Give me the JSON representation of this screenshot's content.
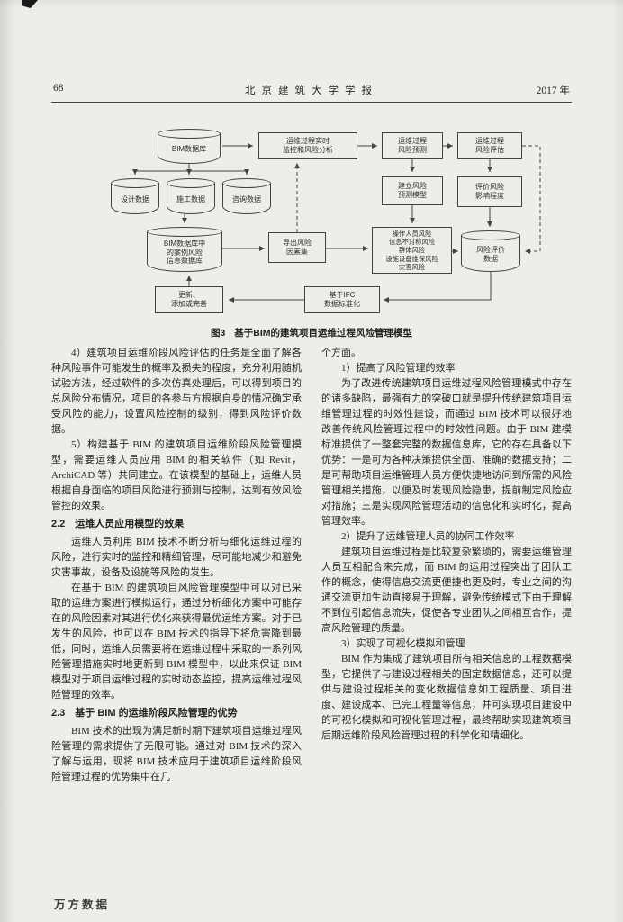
{
  "colors": {
    "page_bg": "#edeeea",
    "ink": "#262624",
    "line": "#45453f"
  },
  "header": {
    "page_number": "68",
    "journal_title": "北京建筑大学学报",
    "year": "2017 年"
  },
  "figure": {
    "caption_label": "图3",
    "caption_text": "基于BIM的建筑项目运维过程风险管理模型",
    "nodes": {
      "bim_db": "BIM数据库",
      "monitor": "运维过程实时\n监控和风险分析",
      "predict": "运维过程\n风险预测",
      "assess": "运维过程\n风险评估",
      "design_db": "设计数据",
      "construction_db": "施工数据",
      "consulting_db": "咨询数据",
      "build_model": "建立风险\n预测模型",
      "impact": "评价风险\n影响程度",
      "case_db": "BIM数据库中\n的案例风险\n信息数据库",
      "export": "导出风险\n因素集",
      "risk_types": "操作人员风险\n信息不对称风险\n群体风险\n设施设备维保风险\n灾害风险",
      "risk_eval_db": "风险评价\n数据",
      "update": "更新、\n添加或完善",
      "ifc": "基于IFC\n数据标准化"
    }
  },
  "article": {
    "left": [
      "4）建筑项目运维阶段风险评估的任务是全面了解各种风险事件可能发生的概率及损失的程度，充分利用随机试验方法，经过软件的多次仿真处理后，可以得到项目的总风险分布情况，项目的各参与方根据自身的情况确定承受风险的能力，设置风险控制的级别，得到风险评价数据。",
      "5）构建基于 BIM 的建筑项目运维阶段风险管理模型，需要运维人员应用 BIM 的相关软件（如 Revit，ArchiCAD 等）共同建立。在该模型的基础上，运维人员根据自身面临的项目风险进行预测与控制，达到有效风险管控的效果。",
      "2.2　运维人员应用模型的效果",
      "运维人员利用 BIM 技术不断分析与细化运维过程的风险，进行实时的监控和精细管理，尽可能地减少和避免灾害事故，设备及设施等风险的发生。",
      "在基于 BIM 的建筑项目风险管理模型中可以对已采取的运维方案进行模拟运行，通过分析细化方案中可能存在的风险因素对其进行优化来获得最优运维方案。对于已发生的风险，也可以在 BIM 技术的指导下将危害降到最低，同时，运维人员需要将在运维过程中采取的一系列风险管理措施实时地更新到 BIM 模型中，以此来保证 BIM 模型对于项目运维过程的实时动态监控，提高运维过程风险管理的效率。",
      "2.3　基于 BIM 的运维阶段风险管理的优势",
      "BIM 技术的出现为满足新时期下建筑项目运维过程风险管理的需求提供了无限可能。通过对 BIM 技术的深入了解与运用，现将 BIM 技术应用于建筑项目运维阶段风险管理过程的优势集中在几"
    ],
    "right": [
      "个方面。",
      "1）提高了风险管理的效率",
      "为了改进传统建筑项目运维过程风险管理模式中存在的诸多缺陷，最强有力的突破口就是提升传统建筑项目运维管理过程的时效性建设，而通过 BIM 技术可以很好地改善传统风险管理过程中的时效性问题。由于 BIM 建模标准提供了一整套完整的数据信息库，它的存在具备以下优势：一是可为各种决策提供全面、准确的数据支持；二是可帮助项目运维管理人员方便快捷地访问到所需的风险管理相关措施，以便及时发现风险隐患，提前制定风险应对措施；三是实现风险管理活动的信息化和实时化，提高管理效率。",
      "2）提升了运维管理人员的协同工作效率",
      "建筑项目运维过程是比较复杂繁琐的，需要运维管理人员互相配合来完成，而 BIM 的运用过程突出了团队工作的概念，使得信息交流更便捷也更及时，专业之间的沟通交流更加生动直接易于理解，避免传统模式下由于理解不到位引起信息流失，促使各专业团队之间相互合作，提高风险管理的质量。",
      "3）实现了可视化模拟和管理",
      "BIM 作为集成了建筑项目所有相关信息的工程数据模型，它提供了与建设过程相关的固定数据信息，还可以提供与建设过程相关的变化数据信息如工程质量、项目进度、建设成本、已完工程量等信息，并可实现项目建设中的可视化模拟和可视化管理过程，最终帮助实现建筑项目后期运维阶段风险管理过程的科学化和精细化。"
    ]
  },
  "footer": {
    "watermark": "万方数据"
  }
}
